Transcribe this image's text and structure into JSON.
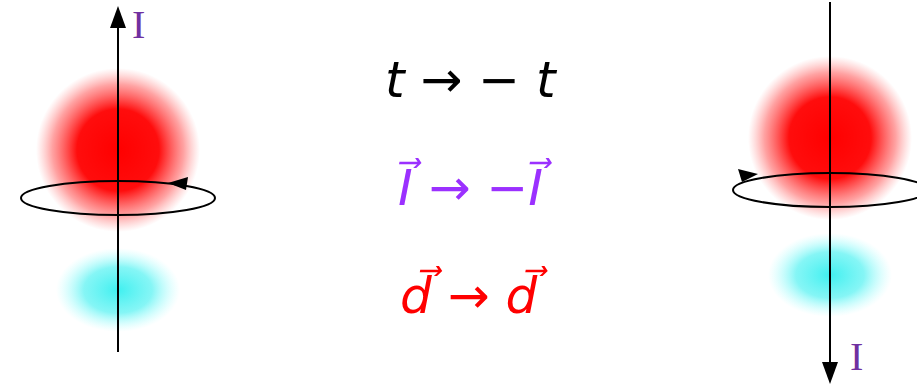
{
  "diagram": {
    "labels": [
      "I",
      "t → − t",
      "I⃗ → −I⃗",
      "d⃗ → d⃗",
      "I"
    ]
  }
}
